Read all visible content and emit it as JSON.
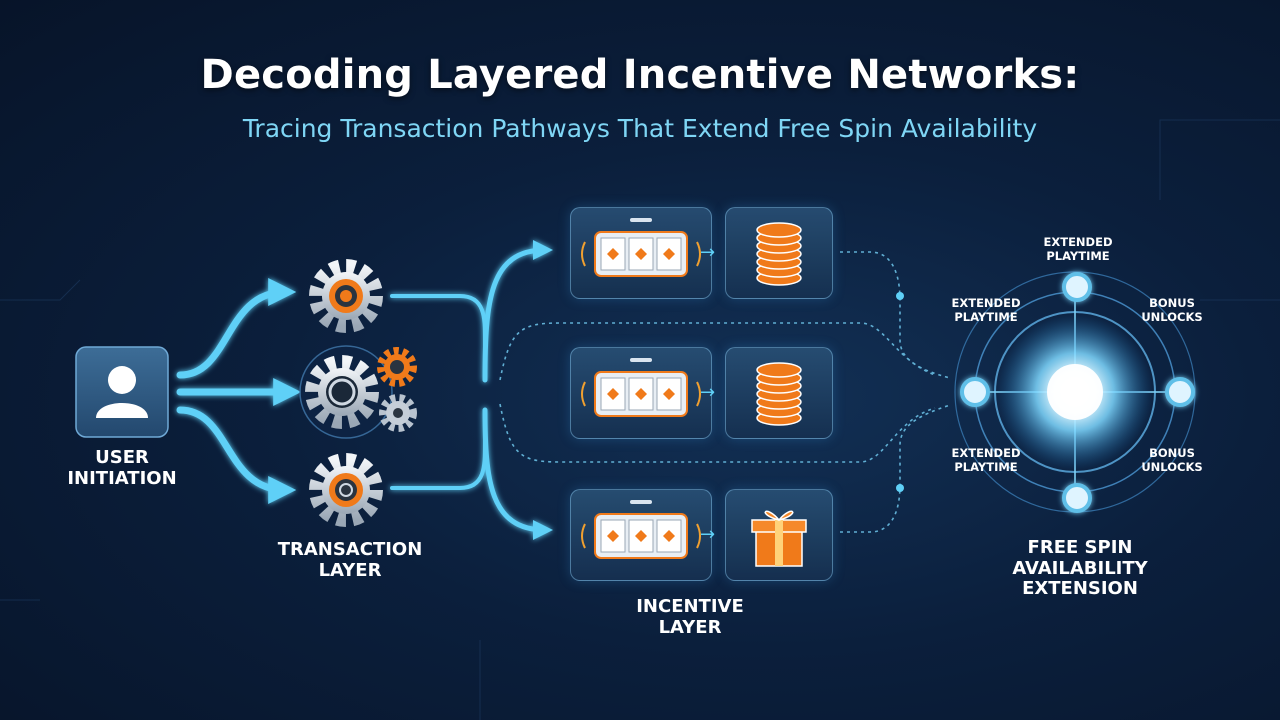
{
  "header": {
    "title": "Decoding Layered Incentive Networks:",
    "subtitle": "Tracing Transaction Pathways That Extend Free Spin Availability"
  },
  "nodes": {
    "user": {
      "label_line1": "USER",
      "label_line2": "INITIATION",
      "icon": "user-icon"
    },
    "transaction": {
      "label_line1": "TRANSACTION",
      "label_line2": "LAYER",
      "icon": "gear-icon"
    },
    "incentive": {
      "label_line1": "INCENTIVE",
      "label_line2": "LAYER",
      "icon": "slot-machine-icon"
    },
    "outcome": {
      "label_line1": "FREE SPIN",
      "label_line2": "AVAILABILITY",
      "label_line3": "EXTENSION",
      "icon": "glowing-core-icon"
    }
  },
  "incentive_rows": [
    {
      "left_icon": "slot-reels-icon",
      "right_icon": "chip-stack-icon"
    },
    {
      "left_icon": "slot-reels-icon",
      "right_icon": "chip-stack-icon"
    },
    {
      "left_icon": "slot-reels-icon",
      "right_icon": "gift-box-icon"
    }
  ],
  "outcome_labels": {
    "top": {
      "line1": "EXTENDED",
      "line2": "PLAYTIME"
    },
    "upper_left": {
      "line1": "EXTENDED",
      "line2": "PLAYTIME"
    },
    "upper_right": {
      "line1": "BONUS",
      "line2": "UNLOCKS"
    },
    "lower_left": {
      "line1": "EXTENDED",
      "line2": "PLAYTIME"
    },
    "lower_right": {
      "line1": "BONUS",
      "line2": "UNLOCKS"
    }
  },
  "colors": {
    "accent_blue": "#5fd0f7",
    "accent_orange": "#f07a1a",
    "background": "#0b1f3c"
  }
}
